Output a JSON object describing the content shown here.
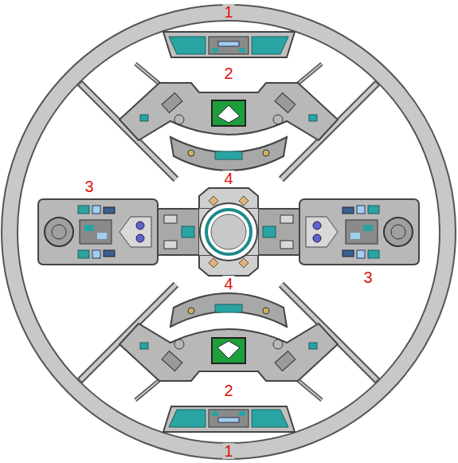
{
  "diagram": {
    "labels": [
      "1",
      "2",
      "4",
      "3",
      "4",
      "3",
      "2",
      "1"
    ]
  }
}
